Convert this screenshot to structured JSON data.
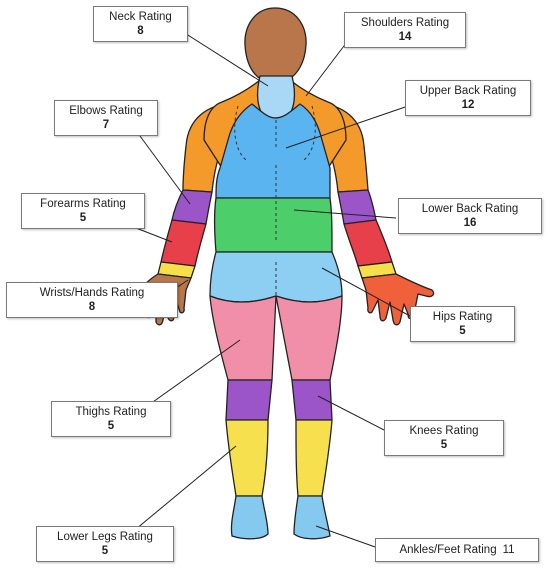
{
  "ratings": {
    "neck": {
      "label": "Neck Rating",
      "value": "8"
    },
    "shoulders": {
      "label": "Shoulders Rating",
      "value": "14"
    },
    "upper_back": {
      "label": "Upper Back Rating",
      "value": "12"
    },
    "elbows": {
      "label": "Elbows Rating",
      "value": "7"
    },
    "forearms": {
      "label": "Forearms Rating",
      "value": "5"
    },
    "lower_back": {
      "label": "Lower Back Rating",
      "value": "16"
    },
    "wrists_hands": {
      "label": "Wrists/Hands Rating",
      "value": "8"
    },
    "hips": {
      "label": "Hips Rating",
      "value": "5"
    },
    "thighs": {
      "label": "Thighs Rating",
      "value": "5"
    },
    "knees": {
      "label": "Knees Rating",
      "value": "5"
    },
    "lower_legs": {
      "label": "Lower Legs Rating",
      "value": "5"
    },
    "ankles_feet": {
      "label": "Ankles/Feet Rating",
      "value": "11"
    }
  },
  "colors": {
    "skin": "#b8764a",
    "neck": "#a8d8f5",
    "shoulders": "#f39a2b",
    "upper_back": "#5ab4f0",
    "elbows": "#9b55c8",
    "forearms": "#e8404a",
    "wrists_hands": "#f5e04a",
    "hands": "#f0603a",
    "lower_back": "#4ccf6a",
    "hips": "#8ccff3",
    "thighs": "#f28fa8",
    "knees": "#9b55c8",
    "lower_legs": "#f7e04e",
    "ankles_feet": "#86c9ef"
  }
}
